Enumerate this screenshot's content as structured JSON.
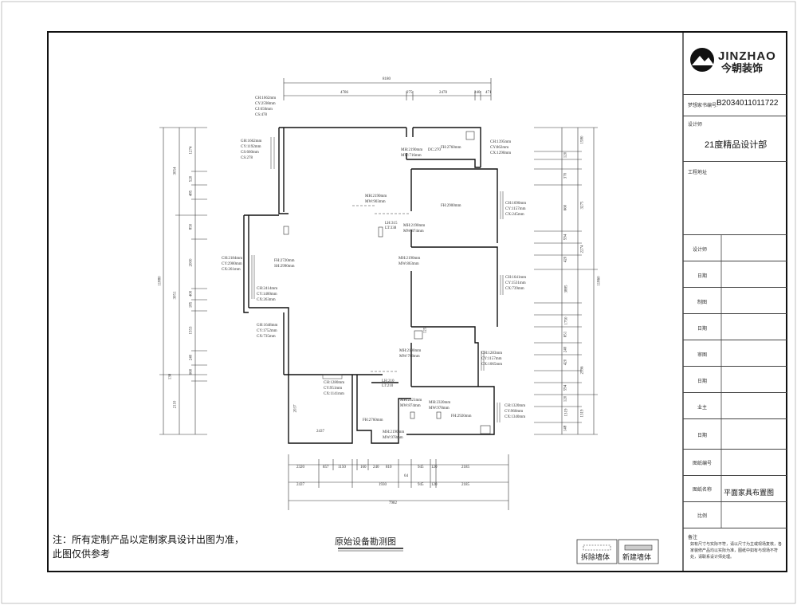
{
  "brand": {
    "name": "JINZHAO",
    "subname": "今朝装饰"
  },
  "project_code": {
    "label": "梦想家书编号:",
    "value": "B2034011011722"
  },
  "designer_block": {
    "label": "设计师",
    "value": "21度精品设计部"
  },
  "project_address": {
    "label": "工程地址"
  },
  "title_rows": [
    {
      "label": "设计师",
      "value": ""
    },
    {
      "label": "日期",
      "value": ""
    },
    {
      "label": "制图",
      "value": ""
    },
    {
      "label": "日期",
      "value": ""
    },
    {
      "label": "审图",
      "value": ""
    },
    {
      "label": "日期",
      "value": ""
    },
    {
      "label": "业主",
      "value": ""
    },
    {
      "label": "日期",
      "value": ""
    },
    {
      "label": "图纸编号",
      "value": ""
    },
    {
      "label": "图纸名称",
      "value": "平面家具布置图"
    },
    {
      "label": "比例",
      "value": ""
    }
  ],
  "remarks": {
    "label": "备注",
    "text": "如有尺寸与实际不符，请以尺寸为主或现场复核，各家装修产品均以实际为准，图纸中如有与现场不符处，请联系设计师处理。"
  },
  "footnote": {
    "line1": "注：所有定制产品以定制家具设计出图为准，",
    "line2": "此图仅供参考"
  },
  "drawing_title": "原始设备勘测图",
  "legend": {
    "demolish": "拆除墙体",
    "new": "新建墙体"
  },
  "top_dims": {
    "total": "8180",
    "segments": [
      "4786",
      "275",
      "2478",
      "240",
      "471"
    ]
  },
  "bottom_dims": {
    "row1": [
      "2320",
      "857",
      "1150",
      "160",
      "240",
      "810",
      "945",
      "120",
      "2185"
    ],
    "row2": [
      "2437",
      "1930",
      "64",
      "945",
      "120",
      "2185"
    ],
    "total": "7982"
  },
  "left_dims": {
    "total": "11880",
    "outer": [
      "3054",
      "3051",
      "2110"
    ],
    "inner": [
      "1274",
      "520",
      "485",
      "850",
      "2000",
      "400",
      "185",
      "1553",
      "240",
      "660",
      "130"
    ]
  },
  "right_dims": {
    "total": "11860",
    "outer": [
      "3275",
      "3885",
      "2596",
      "1319"
    ],
    "inner": [
      "1580",
      "120",
      "370",
      "660",
      "2274",
      "594",
      "420",
      "1750",
      "651",
      "240",
      "420",
      "594",
      "120",
      "1319",
      "148"
    ]
  },
  "room_labels": [
    {
      "text": "CH:1662mm"
    },
    {
      "text": "CY:2598mm"
    },
    {
      "text": "CJ:650mm"
    },
    {
      "text": "CS:478"
    },
    {
      "text": "GH:1662mm"
    },
    {
      "text": "CY:1192mm"
    },
    {
      "text": "CS:660mm"
    },
    {
      "text": "CS:278"
    },
    {
      "text": "CH:1395mm"
    },
    {
      "text": "CY:862mm"
    },
    {
      "text": "CX:1290mm"
    },
    {
      "text": "FH:2760mm"
    },
    {
      "text": "MH:2190mm"
    },
    {
      "text": "MW:716mm"
    },
    {
      "text": "DC:270"
    },
    {
      "text": "MH:2190mm"
    },
    {
      "text": "MW:903mm"
    },
    {
      "text": "FH:2900mm"
    },
    {
      "text": "LH:315"
    },
    {
      "text": "LT:338"
    },
    {
      "text": "MH:2190mm"
    },
    {
      "text": "MW:874mm"
    },
    {
      "text": "CH:1690mm"
    },
    {
      "text": "CY:1157mm"
    },
    {
      "text": "CX:245mm"
    },
    {
      "text": "CH:2184mm"
    },
    {
      "text": "CY:2900mm"
    },
    {
      "text": "CX:261mm"
    },
    {
      "text": "FH:2720mm"
    },
    {
      "text": "SH:2990mm"
    },
    {
      "text": "MH:2190mm"
    },
    {
      "text": "MW:863mm"
    },
    {
      "text": "CH:1641mm"
    },
    {
      "text": "CY:1531mm"
    },
    {
      "text": "CX:739mm"
    },
    {
      "text": "CH:2414mm"
    },
    {
      "text": "CY:1400mm"
    },
    {
      "text": "CX:263mm"
    },
    {
      "text": "GH:1648mm"
    },
    {
      "text": "CY:1752mm"
    },
    {
      "text": "CX:735mm"
    },
    {
      "text": "MH:2190mm"
    },
    {
      "text": "MW:768mm"
    },
    {
      "text": "CH:1283mm"
    },
    {
      "text": "CY:1157mm"
    },
    {
      "text": "CX:1065mm"
    },
    {
      "text": "CH:1280mm"
    },
    {
      "text": "CY:951mm"
    },
    {
      "text": "CX:1141mm"
    },
    {
      "text": "LH:210"
    },
    {
      "text": "LT:210"
    },
    {
      "text": "MH:2321mm"
    },
    {
      "text": "MW:874mm"
    },
    {
      "text": "MH:2320mm"
    },
    {
      "text": "MW:978mm"
    },
    {
      "text": "FH:2760mm"
    },
    {
      "text": "FH:2920mm"
    },
    {
      "text": "CH:1320mm"
    },
    {
      "text": "CY:960mm"
    },
    {
      "text": "CX:1340mm"
    },
    {
      "text": "MH:2190mm"
    },
    {
      "text": "MW:978mm"
    },
    {
      "text": "2437"
    },
    {
      "text": "2037"
    },
    {
      "text": "125"
    }
  ]
}
